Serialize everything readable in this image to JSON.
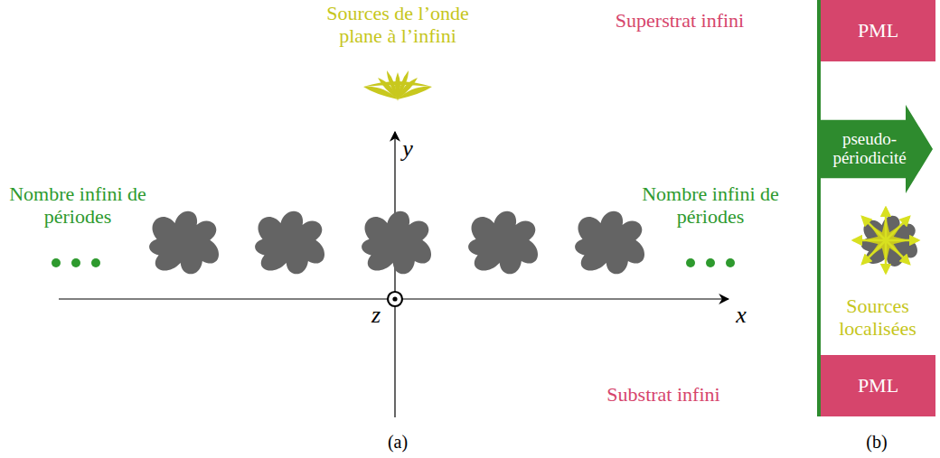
{
  "diagram": {
    "nodes": [
      {
        "text": [
          "PML"
        ]
      },
      {
        "text": [
          "pseudo-périodicité"
        ]
      },
      {
        "text": [
          "PML"
        ]
      }
    ],
    "labels": [
      "Sources de l’onde plane à l’infini",
      "Superstrat infini",
      "y",
      "Nombre infini de périodes",
      "Nombre infini de périodes",
      "z",
      "x",
      "Sources localisées",
      "Substrat infini",
      "(a)",
      "(b)"
    ]
  }
}
